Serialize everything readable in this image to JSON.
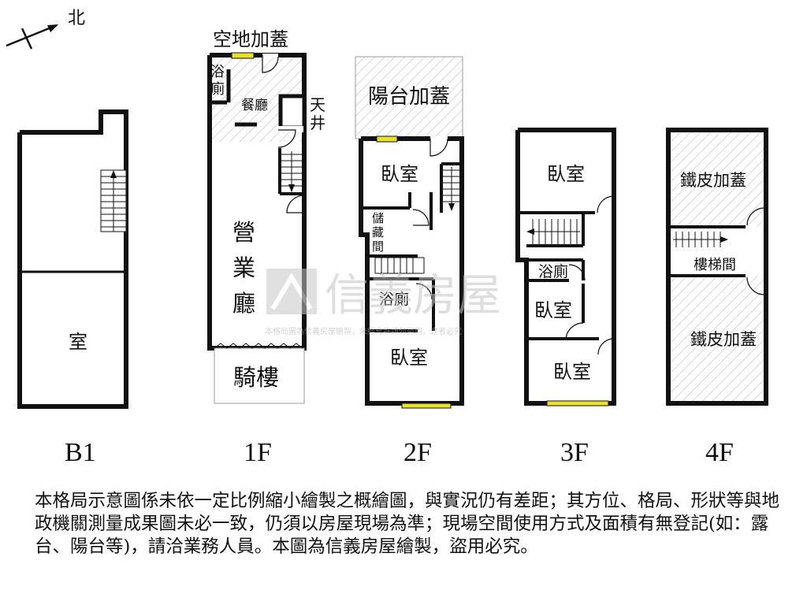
{
  "compass": {
    "north_label": "北"
  },
  "floors": {
    "b1": {
      "level": "B1",
      "rooms": {
        "room": "室"
      }
    },
    "f1": {
      "level": "1F",
      "rooms": {
        "addon": "空地加蓋",
        "bath_line1": "浴",
        "bath_line2": "廁",
        "dining": "餐廳",
        "light_well_line1": "天",
        "light_well_line2": "井",
        "business_1": "營",
        "business_2": "業",
        "business_3": "廳",
        "arcade": "騎樓"
      }
    },
    "f2": {
      "level": "2F",
      "rooms": {
        "balcony_addon": "陽台加蓋",
        "bedroom_top": "臥室",
        "storage_1": "儲",
        "storage_2": "藏",
        "storage_3": "間",
        "bathroom": "浴廁",
        "bedroom_bottom": "臥室"
      }
    },
    "f3": {
      "level": "3F",
      "rooms": {
        "bedroom_top": "臥室",
        "bathroom": "浴廁",
        "bedroom_mid": "臥室",
        "bedroom_bottom": "臥室"
      }
    },
    "f4": {
      "level": "4F",
      "rooms": {
        "iron_addon_top": "鐵皮加蓋",
        "stairwell": "樓梯間",
        "iron_addon_bottom": "鐵皮加蓋"
      }
    }
  },
  "watermark": {
    "brand": "信義房屋",
    "notice": "本格局圖為信義房屋繪製，未經允許請勿盜用，違者必究"
  },
  "disclaimer": "本格局示意圖係未依一定比例縮小繪製之概繪圖，與實況仍有差距；其方位、格局、形狀等與地政機關測量成果圖未必一致，仍須以房屋現場為準；現場空間使用方式及面積有無登記(如：露台、陽台等)，請洽業務人員。本圖為信義房屋繪製，盜用必究。",
  "colors": {
    "wall": "#111111",
    "window": "#e8e02a",
    "hatch": "#b8b8b8",
    "watermark": "#c8c8c8"
  }
}
